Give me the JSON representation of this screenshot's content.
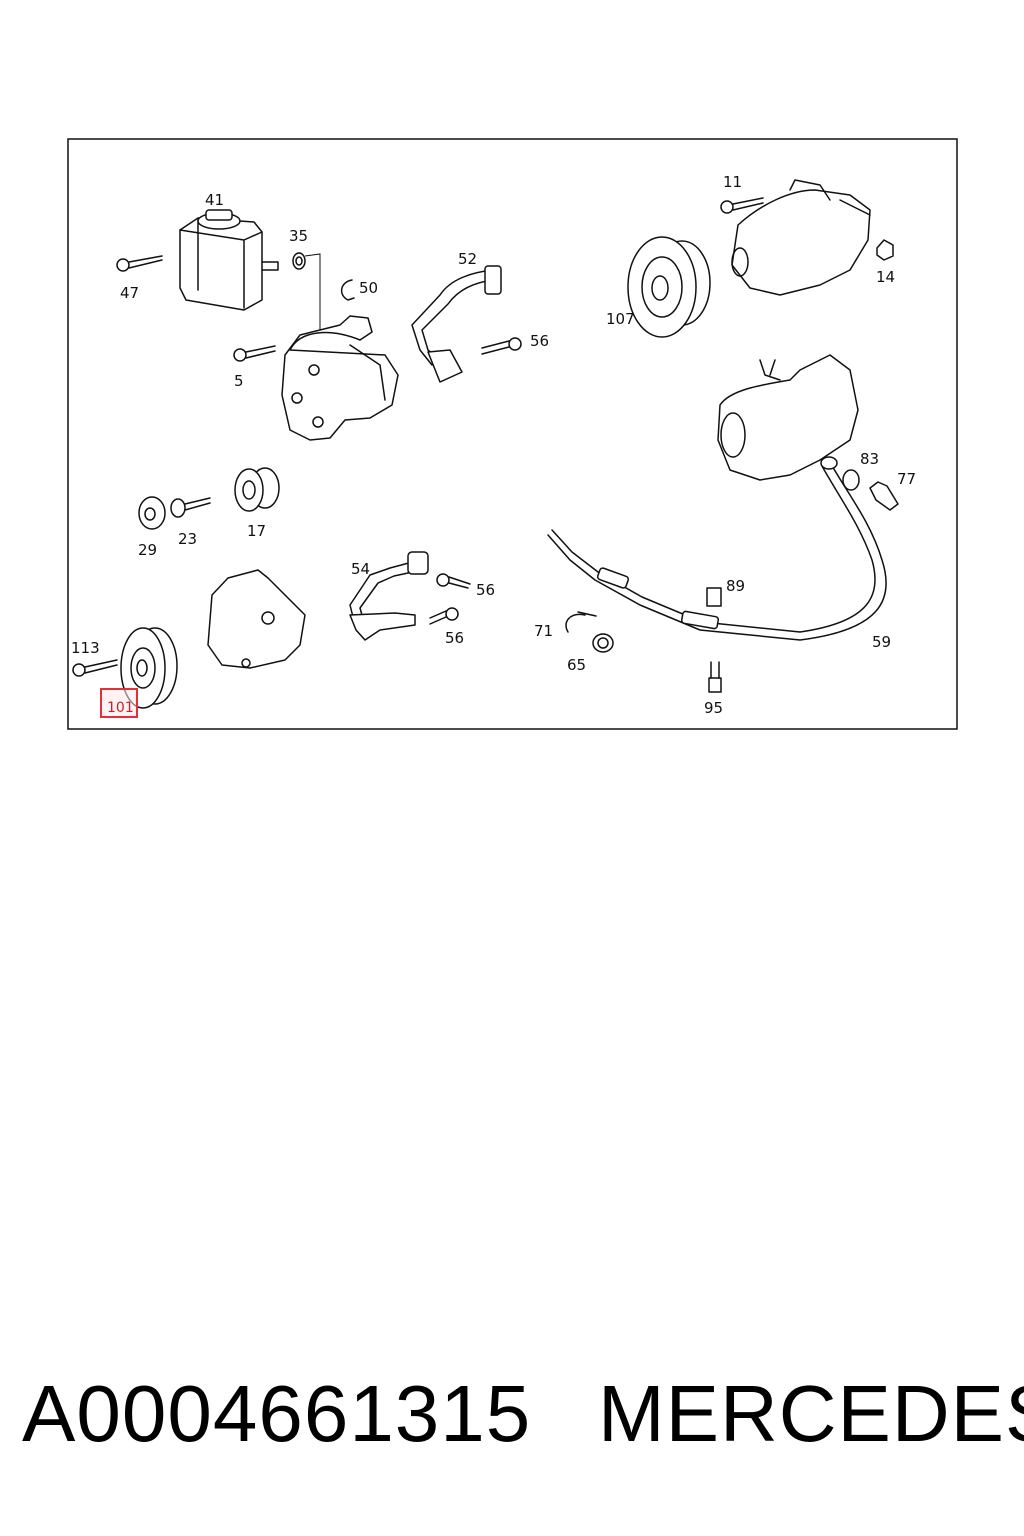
{
  "diagram": {
    "highlight_color": "#e0303a",
    "highlighted_label": "101",
    "callouts": {
      "c41": "41",
      "c35": "35",
      "c52": "52",
      "c47": "47",
      "c50": "50",
      "c56a": "56",
      "c5": "5",
      "c11": "11",
      "c14": "14",
      "c107": "107",
      "c83": "83",
      "c77": "77",
      "c29": "29",
      "c23": "23",
      "c17": "17",
      "c54": "54",
      "c56b": "56",
      "c56c": "56",
      "c89": "89",
      "c71": "71",
      "c65": "65",
      "c59": "59",
      "c113": "113",
      "c95": "95",
      "c101": "101"
    }
  },
  "caption": {
    "part_number": "A0004661315",
    "brand": "MERCEDES"
  }
}
